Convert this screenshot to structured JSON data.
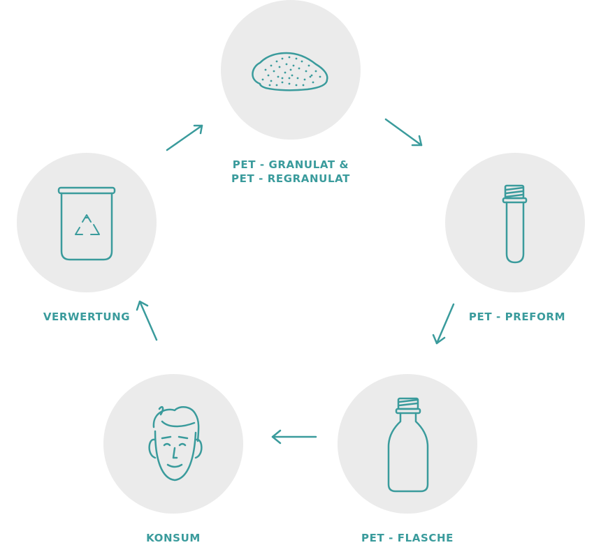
{
  "colors": {
    "teal": "#3a9b9c",
    "circle": "#ebebeb",
    "background": "#ffffff"
  },
  "nodes": {
    "granulat": {
      "label_line1": "PET - GRANULAT &",
      "label_line2": "PET - REGRANULAT",
      "icon": "granulate-pile-icon"
    },
    "preform": {
      "label": "PET - PREFORM",
      "icon": "preform-tube-icon"
    },
    "flasche": {
      "label": "PET - FLASCHE",
      "icon": "bottle-icon"
    },
    "konsum": {
      "label": "KONSUM",
      "icon": "person-face-icon"
    },
    "verwertung": {
      "label": "VERWERTUNG",
      "icon": "recycling-bin-icon"
    }
  }
}
